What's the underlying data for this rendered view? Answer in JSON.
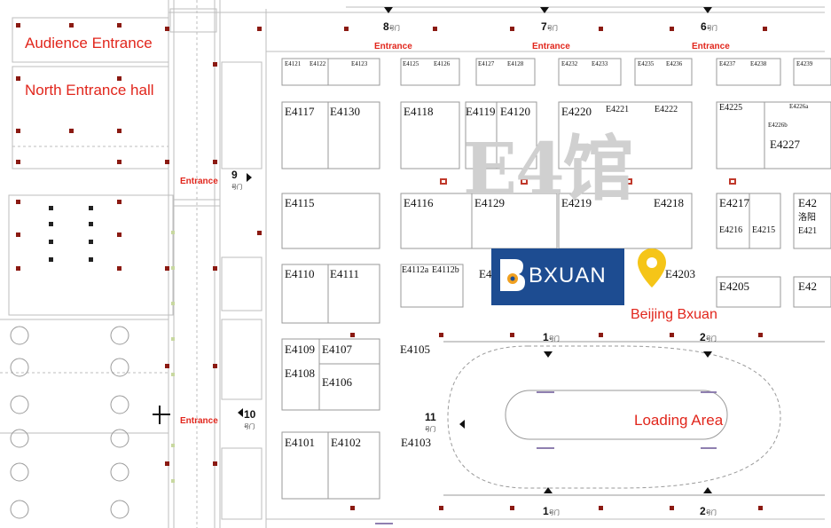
{
  "hall_name": "E4馆",
  "labels": {
    "audience_entrance": "Audience Entrance",
    "north_entrance_hall": "North Entrance hall",
    "entrance": "Entrance",
    "beijing_bxuan": "Beijing Bxuan",
    "loading_area": "Loading Area"
  },
  "logo": {
    "text": "BXUAN",
    "icon": "bxuan-logo-icon",
    "color": "#1d4c91"
  },
  "marker": {
    "icon": "location-pin-icon",
    "color": "#f5c518"
  },
  "gates": {
    "g8": {
      "num": "8",
      "sub": "号门"
    },
    "g7": {
      "num": "7",
      "sub": "号门"
    },
    "g6": {
      "num": "6",
      "sub": "号门"
    },
    "g9": {
      "num": "9",
      "sub": "号门"
    },
    "g10": {
      "num": "10",
      "sub": "号门"
    },
    "g11": {
      "num": "11",
      "sub": "号门"
    },
    "g1t": {
      "num": "1",
      "sub": "号门"
    },
    "g2t": {
      "num": "2",
      "sub": "号门"
    },
    "g1b": {
      "num": "1",
      "sub": "号门"
    },
    "g2b": {
      "num": "2",
      "sub": "号门"
    }
  },
  "booths": {
    "b4121": "E4121",
    "b4122": "E4122",
    "b4123": "E4123",
    "b4125": "E4125",
    "b4126": "E4126",
    "b4127": "E4127",
    "b4128": "E4128",
    "b4232": "E4232",
    "b4233": "E4233",
    "b4235": "E4235",
    "b4236": "E4236",
    "b4237": "E4237",
    "b4238": "E4238",
    "b4239": "E4239",
    "b4117": "E4117",
    "b4130": "E4130",
    "b4118": "E4118",
    "b4119": "E4119",
    "b4120": "E4120",
    "b4220": "E4220",
    "b4221": "E4221",
    "b4222": "E4222",
    "b4225": "E4225",
    "b4226a": "E4226a",
    "b4226b": "E4226b",
    "b4227": "E4227",
    "b4115": "E4115",
    "b4116": "E4116",
    "b4129": "E4129",
    "b4219": "E4219",
    "b4218": "E4218",
    "b4217": "E4217",
    "b42r1": "E42",
    "b4216": "E4216",
    "b4215": "E4215",
    "b421": "E421",
    "cn_text": "洛阳",
    "b4110": "E4110",
    "b4111": "E4111",
    "b4112a": "E4112a",
    "b4112b": "E4112b",
    "b4e": "E4",
    "b4203": "E4203",
    "b4205": "E4205",
    "b42r2": "E42",
    "b4109": "E4109",
    "b4107": "E4107",
    "b4108": "E4108",
    "b4106": "E4106",
    "b4105": "E4105",
    "b4101": "E4101",
    "b4102": "E4102",
    "b4103": "E4103"
  },
  "colors": {
    "label_red": "#e1261c",
    "gate_marker": "#8b1a12",
    "outline": "#9a9a9a"
  }
}
